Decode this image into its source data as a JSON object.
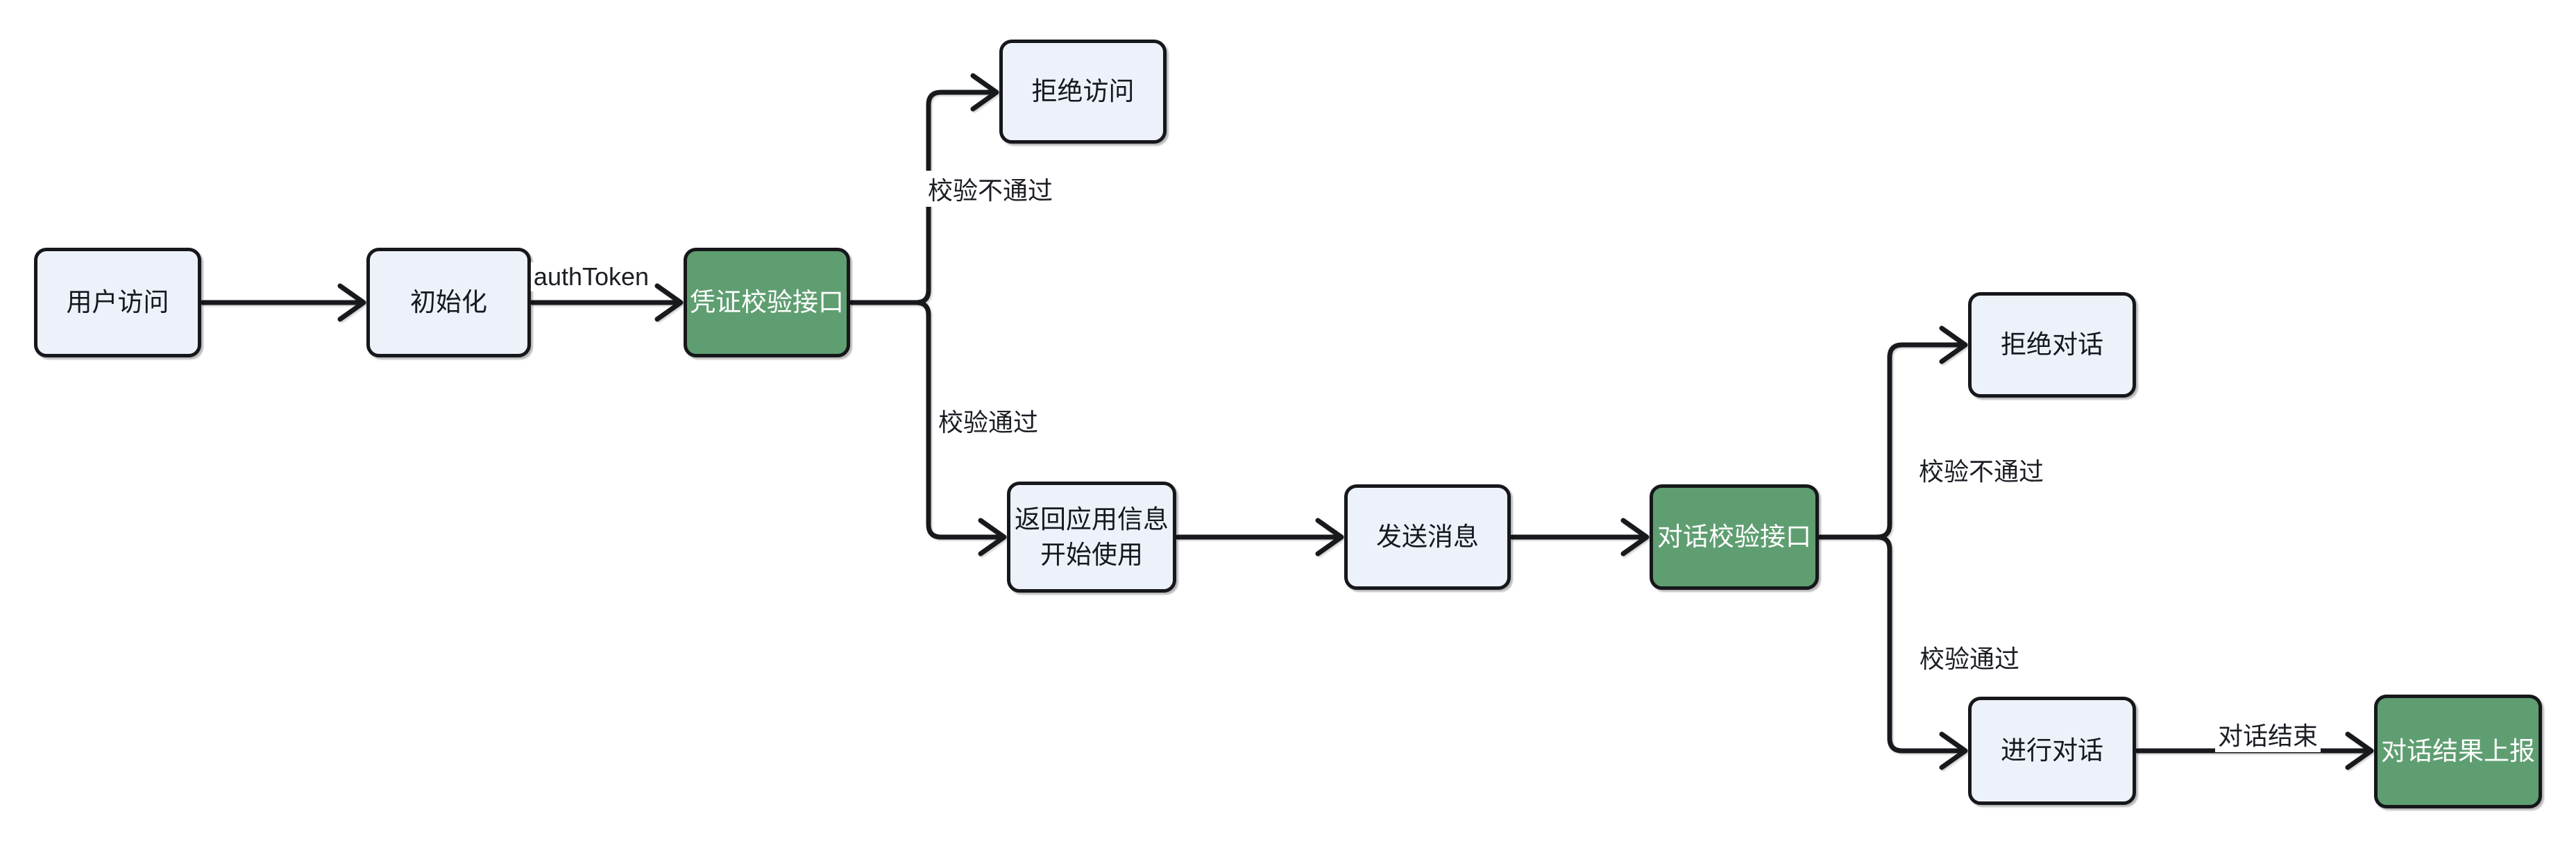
{
  "diagram": {
    "title": "chat-auth-flowchart",
    "background": "#ffffff",
    "colors": {
      "node_fill": "#edf1fa",
      "node_border": "#15171b",
      "accent_green_fill": "#5f9e71",
      "accent_green_text": "#ffffff",
      "text": "#15181e",
      "connector": "#17191d"
    }
  },
  "nodes": [
    {
      "id": "user-access",
      "label": "用户访问",
      "variant": "light"
    },
    {
      "id": "init",
      "label": "初始化",
      "variant": "light"
    },
    {
      "id": "credential-check-api",
      "label": "凭证校验接口",
      "variant": "green"
    },
    {
      "id": "deny-access",
      "label": "拒绝访问",
      "variant": "light"
    },
    {
      "id": "return-app-info",
      "label": "返回应用信息\n开始使用",
      "variant": "light"
    },
    {
      "id": "send-message",
      "label": "发送消息",
      "variant": "light"
    },
    {
      "id": "dialog-check-api",
      "label": "对话校验接口",
      "variant": "green"
    },
    {
      "id": "deny-dialog",
      "label": "拒绝对话",
      "variant": "light"
    },
    {
      "id": "do-dialog",
      "label": "进行对话",
      "variant": "light"
    },
    {
      "id": "report-dialog-result",
      "label": "对话结果上报",
      "variant": "green"
    }
  ],
  "edges": [
    {
      "from": "user-access",
      "to": "init",
      "label": ""
    },
    {
      "from": "init",
      "to": "credential-check-api",
      "label": "authToken"
    },
    {
      "from": "credential-check-api",
      "to": "deny-access",
      "label": "校验不通过"
    },
    {
      "from": "credential-check-api",
      "to": "return-app-info",
      "label": "校验通过"
    },
    {
      "from": "return-app-info",
      "to": "send-message",
      "label": ""
    },
    {
      "from": "send-message",
      "to": "dialog-check-api",
      "label": ""
    },
    {
      "from": "dialog-check-api",
      "to": "deny-dialog",
      "label": "校验不通过"
    },
    {
      "from": "dialog-check-api",
      "to": "do-dialog",
      "label": "校验通过"
    },
    {
      "from": "do-dialog",
      "to": "report-dialog-result",
      "label": "对话结束"
    }
  ]
}
